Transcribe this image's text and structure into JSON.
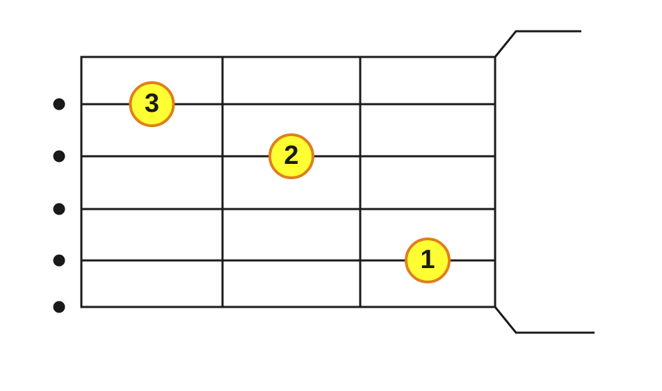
{
  "diagram": {
    "type": "chord-fingering",
    "orientation": "horizontal",
    "strings": 6,
    "frets": 3,
    "open_string_markers": [
      2,
      3,
      4,
      5,
      6
    ],
    "fingers": [
      {
        "label": "3",
        "string": 2,
        "fret": 1
      },
      {
        "label": "2",
        "string": 3,
        "fret": 2
      },
      {
        "label": "1",
        "string": 5,
        "fret": 3
      }
    ],
    "colors": {
      "line": "#1a1a1a",
      "finger_fill": "#ffff33",
      "finger_stroke": "#e07f1c",
      "finger_text": "#1a1a1a"
    }
  }
}
